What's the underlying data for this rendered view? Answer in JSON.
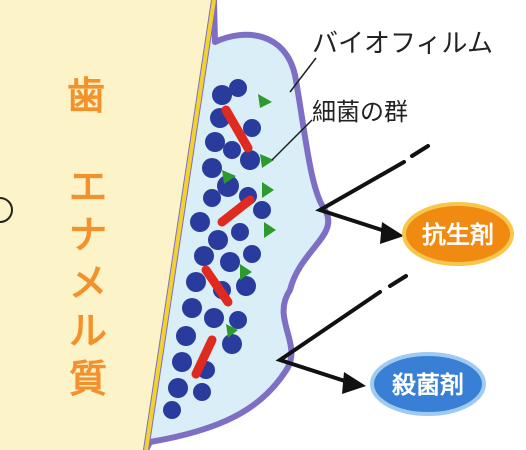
{
  "labels": {
    "biofilm": "バイオフィルム",
    "bacteria": "細菌の群",
    "tooth_chars": [
      "歯",
      "エ",
      "ナ",
      "メ",
      "ル",
      "質"
    ]
  },
  "agents": {
    "antibiotic": "抗生剤",
    "disinfectant": "殺菌剤"
  },
  "colors": {
    "enamel": "#fdf3c8",
    "enamel_edge": "#f2d230",
    "biofilm_fill": "#d9eef7",
    "biofilm_edge": "#7f6fc4",
    "bacteria": "#2a3b9e",
    "rod": "#e02a1f",
    "triangle": "#2c9a2c",
    "antibiotic": "#f08a10",
    "disinfectant": "#3a7fd6",
    "arrow": "#111111"
  }
}
